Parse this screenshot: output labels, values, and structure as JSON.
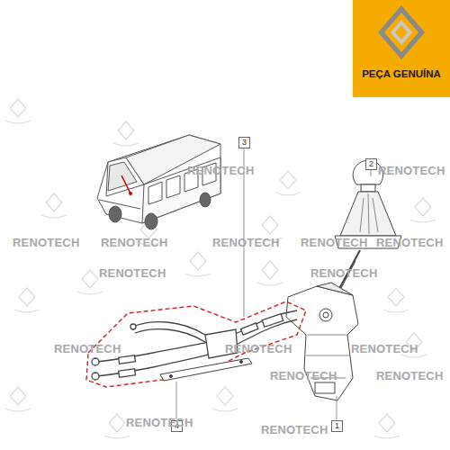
{
  "diagram": {
    "nodes": [
      {
        "text": [
          "PEÇA GENUÍNA"
        ]
      }
    ],
    "labels": [
      "3",
      "2",
      "4",
      "1",
      "RENOTECH",
      "RENOTECH",
      "RENOTECH",
      "RENOTECH",
      "RENOTECH",
      "RENOTECH",
      "RENOTECH",
      "RENOTECH",
      "RENOTECH",
      "RENOTECH",
      "RENOTECH",
      "RENOTECH",
      "RENOTECH",
      "RENOTECH",
      "RENOTECH",
      "RENOTECH"
    ]
  }
}
